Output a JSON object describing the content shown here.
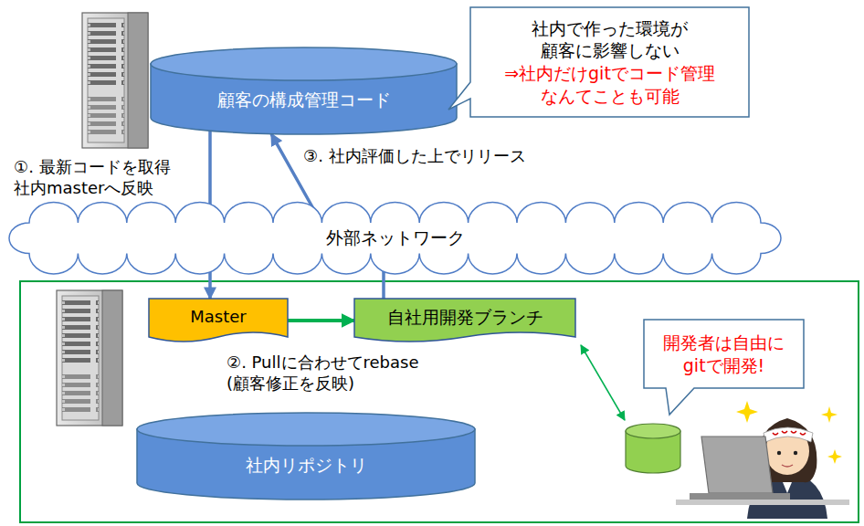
{
  "diagram": {
    "nodes": [
      {
        "text": [
          "顧客の構成管理コード"
        ]
      },
      {
        "text": [
          "社内で作った環境が 顧客に影響しない",
          "⇒社内だけgitでコード管理 なんてことも可能"
        ]
      },
      {
        "text": [
          "外部ネットワーク"
        ]
      },
      {
        "text": [
          "Master"
        ]
      },
      {
        "text": [
          "自社用開発ブランチ"
        ]
      },
      {
        "text": [
          "社内リポジトリ"
        ]
      },
      {
        "text": [
          "開発者は自由に gitで開発!"
        ]
      }
    ],
    "edges": [
      {
        "from": 0,
        "to": 3,
        "arrow": "to",
        "label": "①. 最新コードを取得 社内masterへ反映"
      },
      {
        "from": 4,
        "to": 0,
        "arrow": "to",
        "label": "③. 社内評価した上でリリース"
      },
      {
        "from": 3,
        "to": 4,
        "arrow": "to",
        "label": "②. Pullに合わせてrebase (顧客修正を反映)"
      }
    ]
  }
}
